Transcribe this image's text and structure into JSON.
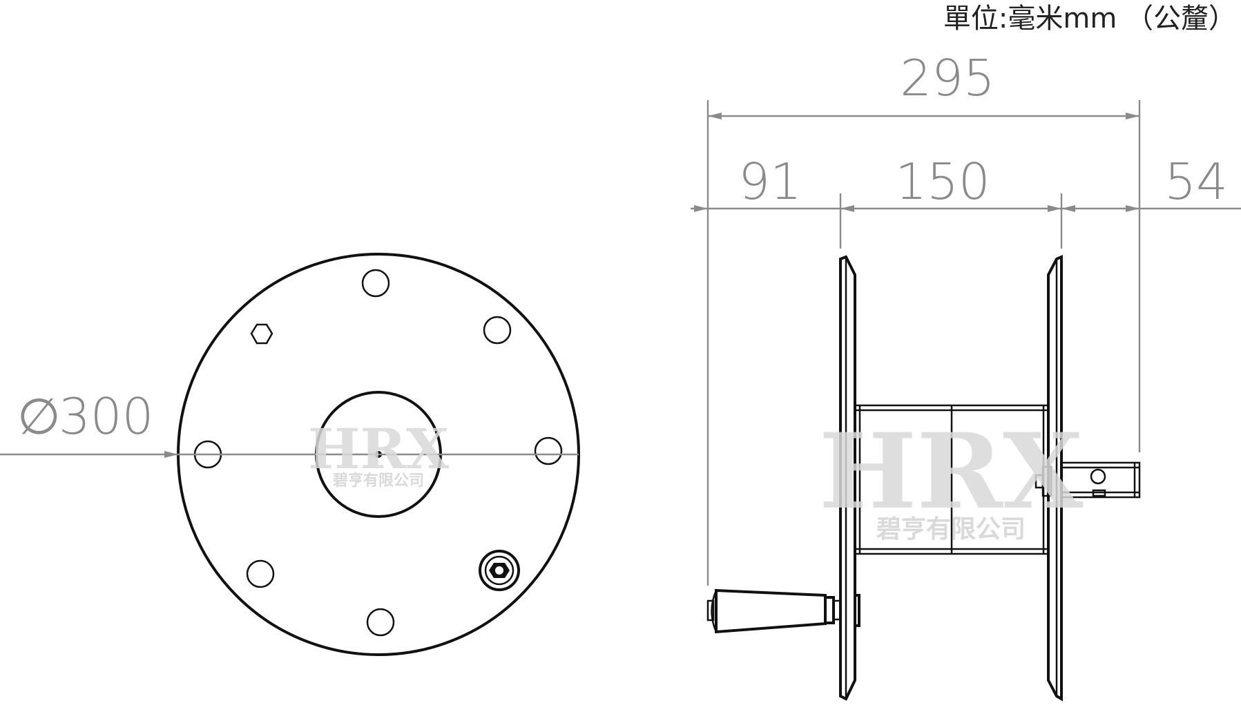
{
  "units_label": "單位:毫米mm （公釐）",
  "dimensions": {
    "overall": "295",
    "left_offset": "91",
    "drum_width": "150",
    "right_offset": "54",
    "diameter": "300",
    "diameter_symbol": "∅"
  },
  "watermark": {
    "logo": "HRX",
    "company": "碧亨有限公司"
  },
  "colors": {
    "outline": "#111111",
    "dimension": "#8a8a8a",
    "watermark": "#d9d9d9"
  }
}
